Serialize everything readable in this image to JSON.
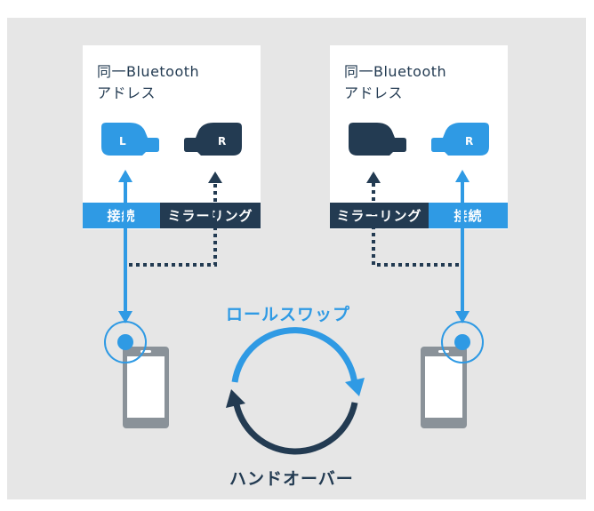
{
  "cards": [
    {
      "title_line1": "同一Bluetooth",
      "title_line2": "アドレス",
      "left_earbud_letter": "L",
      "right_earbud_letter": "R",
      "box_left_label": "接続",
      "box_right_label": "ミラーリング"
    },
    {
      "title_line1": "同一Bluetooth",
      "title_line2": "アドレス",
      "left_earbud_letter": "",
      "right_earbud_letter": "R",
      "box_left_label": "ミラーリング",
      "box_right_label": "接続"
    }
  ],
  "center": {
    "top_label": "ロールスワップ",
    "bottom_label": "ハンドオーバー"
  },
  "colors": {
    "blue": "#2f9ae4",
    "dark": "#233b52",
    "phone": "#8a9299",
    "background": "#e6e6e6"
  }
}
